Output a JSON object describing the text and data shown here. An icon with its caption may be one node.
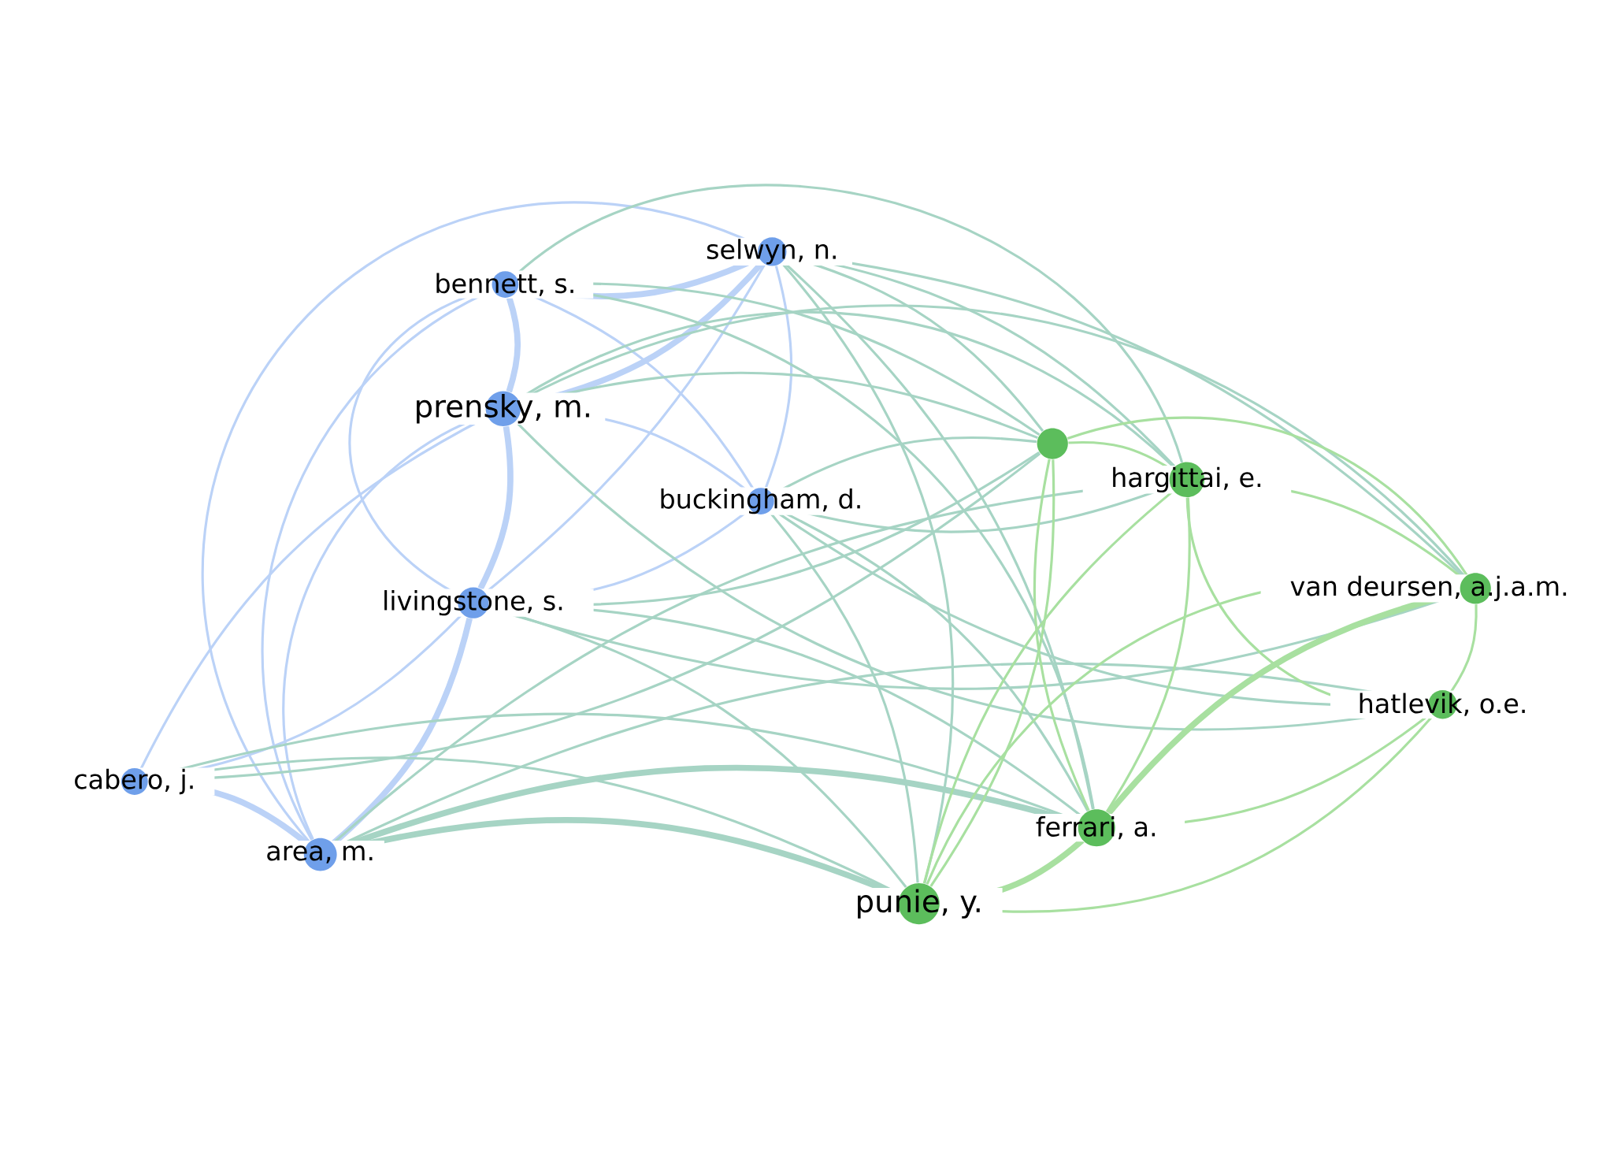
{
  "diagram": {
    "nodes": [
      {
        "text": [
          "selwyn, n."
        ]
      },
      {
        "text": [
          "bennett, s."
        ]
      },
      {
        "text": [
          "prensky, m."
        ]
      },
      {
        "text": [
          "buckingham, d."
        ]
      },
      {
        "text": [
          "livingstone, s."
        ]
      },
      {
        "text": [
          "cabero, j."
        ]
      },
      {
        "text": [
          "area, m."
        ]
      },
      {
        "text": [],
        "shape": "circle"
      },
      {
        "text": [
          "hargittai, e."
        ]
      },
      {
        "text": [
          "van deursen, a.j.a.m."
        ]
      },
      {
        "text": [
          "hatlevik, o.e."
        ]
      },
      {
        "text": [
          "ferrari, a."
        ]
      },
      {
        "text": [
          "punie, y."
        ]
      }
    ],
    "edges": [
      {
        "from": 0,
        "to": 1,
        "arrow": "none",
        "style": "thick"
      },
      {
        "from": 0,
        "to": 2,
        "arrow": "none",
        "style": "thick"
      },
      {
        "from": 0,
        "to": 3,
        "arrow": "none"
      },
      {
        "from": 0,
        "to": 4,
        "arrow": "none"
      },
      {
        "from": 0,
        "to": 6,
        "arrow": "none"
      },
      {
        "from": 1,
        "to": 2,
        "arrow": "none",
        "style": "thick"
      },
      {
        "from": 1,
        "to": 3,
        "arrow": "none"
      },
      {
        "from": 1,
        "to": 4,
        "arrow": "none"
      },
      {
        "from": 1,
        "to": 6,
        "arrow": "none"
      },
      {
        "from": 2,
        "to": 3,
        "arrow": "none"
      },
      {
        "from": 2,
        "to": 4,
        "arrow": "none",
        "style": "thick"
      },
      {
        "from": 2,
        "to": 5,
        "arrow": "none"
      },
      {
        "from": 2,
        "to": 6,
        "arrow": "none"
      },
      {
        "from": 3,
        "to": 4,
        "arrow": "none"
      },
      {
        "from": 4,
        "to": 5,
        "arrow": "none"
      },
      {
        "from": 4,
        "to": 6,
        "arrow": "none",
        "style": "thick"
      },
      {
        "from": 5,
        "to": 6,
        "arrow": "none",
        "style": "thick"
      },
      {
        "from": 0,
        "to": 7,
        "arrow": "none",
        "color": "#a6d4c4"
      },
      {
        "from": 0,
        "to": 8,
        "arrow": "none",
        "color": "#a6d4c4"
      },
      {
        "from": 0,
        "to": 9,
        "arrow": "none",
        "color": "#a6d4c4"
      },
      {
        "from": 0,
        "to": 11,
        "arrow": "none",
        "color": "#a6d4c4"
      },
      {
        "from": 0,
        "to": 12,
        "arrow": "none",
        "color": "#a6d4c4"
      },
      {
        "from": 1,
        "to": 7,
        "arrow": "none",
        "color": "#a6d4c4"
      },
      {
        "from": 1,
        "to": 8,
        "arrow": "none",
        "color": "#a6d4c4"
      },
      {
        "from": 1,
        "to": 11,
        "arrow": "none",
        "color": "#a6d4c4"
      },
      {
        "from": 2,
        "to": 7,
        "arrow": "none",
        "color": "#a6d4c4"
      },
      {
        "from": 2,
        "to": 8,
        "arrow": "none",
        "color": "#a6d4c4"
      },
      {
        "from": 2,
        "to": 9,
        "arrow": "none",
        "color": "#a6d4c4"
      },
      {
        "from": 2,
        "to": 10,
        "arrow": "none",
        "color": "#a6d4c4"
      },
      {
        "from": 3,
        "to": 7,
        "arrow": "none",
        "color": "#a6d4c4"
      },
      {
        "from": 3,
        "to": 8,
        "arrow": "none",
        "color": "#a6d4c4"
      },
      {
        "from": 3,
        "to": 10,
        "arrow": "none",
        "color": "#a6d4c4"
      },
      {
        "from": 3,
        "to": 11,
        "arrow": "none",
        "color": "#a6d4c4"
      },
      {
        "from": 3,
        "to": 12,
        "arrow": "none",
        "color": "#a6d4c4"
      },
      {
        "from": 4,
        "to": 7,
        "arrow": "none",
        "color": "#a6d4c4"
      },
      {
        "from": 4,
        "to": 9,
        "arrow": "none",
        "color": "#a6d4c4"
      },
      {
        "from": 4,
        "to": 11,
        "arrow": "none",
        "color": "#a6d4c4"
      },
      {
        "from": 4,
        "to": 12,
        "arrow": "none",
        "color": "#a6d4c4"
      },
      {
        "from": 5,
        "to": 7,
        "arrow": "none",
        "color": "#a6d4c4"
      },
      {
        "from": 5,
        "to": 11,
        "arrow": "none",
        "color": "#a6d4c4"
      },
      {
        "from": 5,
        "to": 12,
        "arrow": "none",
        "color": "#a6d4c4"
      },
      {
        "from": 6,
        "to": 8,
        "arrow": "none",
        "color": "#a6d4c4"
      },
      {
        "from": 6,
        "to": 10,
        "arrow": "none",
        "color": "#a6d4c4"
      },
      {
        "from": 6,
        "to": 11,
        "arrow": "none",
        "color": "#a6d4c4",
        "style": "thick"
      },
      {
        "from": 6,
        "to": 12,
        "arrow": "none",
        "color": "#a6d4c4",
        "style": "thick"
      },
      {
        "from": 7,
        "to": 8,
        "arrow": "none",
        "color": "#a8e0a0"
      },
      {
        "from": 7,
        "to": 9,
        "arrow": "none",
        "color": "#a8e0a0"
      },
      {
        "from": 7,
        "to": 11,
        "arrow": "none",
        "color": "#a8e0a0"
      },
      {
        "from": 7,
        "to": 12,
        "arrow": "none",
        "color": "#a8e0a0"
      },
      {
        "from": 8,
        "to": 9,
        "arrow": "none",
        "color": "#a8e0a0"
      },
      {
        "from": 8,
        "to": 10,
        "arrow": "none",
        "color": "#a8e0a0"
      },
      {
        "from": 8,
        "to": 11,
        "arrow": "none",
        "color": "#a8e0a0"
      },
      {
        "from": 8,
        "to": 12,
        "arrow": "none",
        "color": "#a8e0a0"
      },
      {
        "from": 9,
        "to": 10,
        "arrow": "none",
        "color": "#a8e0a0"
      },
      {
        "from": 9,
        "to": 11,
        "arrow": "none",
        "color": "#a8e0a0",
        "style": "thick"
      },
      {
        "from": 9,
        "to": 12,
        "arrow": "none",
        "color": "#a8e0a0"
      },
      {
        "from": 10,
        "to": 11,
        "arrow": "none",
        "color": "#a8e0a0"
      },
      {
        "from": 10,
        "to": 12,
        "arrow": "none",
        "color": "#a8e0a0"
      },
      {
        "from": 11,
        "to": 12,
        "arrow": "none",
        "color": "#a8e0a0",
        "style": "thick"
      }
    ]
  }
}
